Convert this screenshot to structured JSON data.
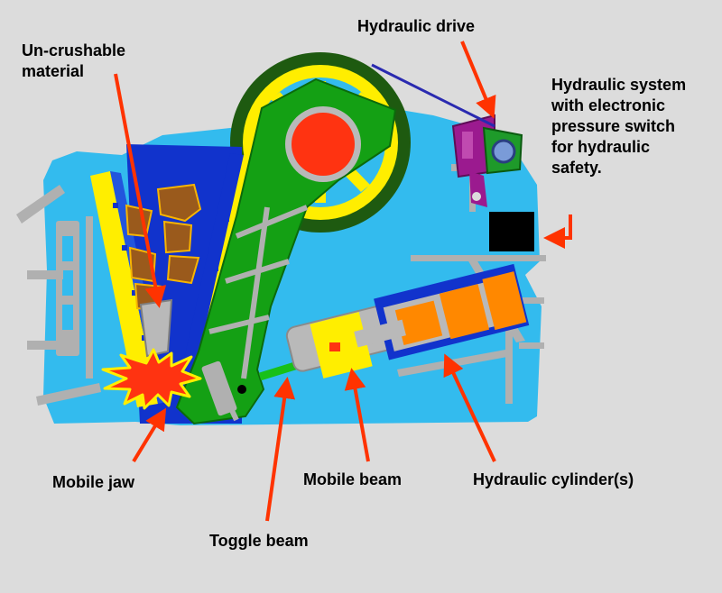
{
  "labels": {
    "uncrushable": "Un-crushable\nmaterial",
    "hydraulic_drive": "Hydraulic drive",
    "hydraulic_system": "Hydraulic system\nwith electronic\npressure switch\nfor hydraulic\nsafety.",
    "mobile_jaw": "Mobile jaw",
    "mobile_beam": "Mobile beam",
    "hydraulic_cylinders": "Hydraulic cylinder(s)",
    "toggle_beam": "Toggle beam"
  },
  "colors": {
    "background": "#dcdcdc",
    "frame": "#33bbee",
    "hopper": "#1133cc",
    "jaw_liner": "#ffee00",
    "jaw_arm": "#14a014",
    "eccentric": "#ff3311",
    "flywheel_rim": "#1e5a10",
    "cylinder": "#ff8800",
    "material": "#9a5a1c",
    "pump": "#9b1a8f",
    "pointer": "#ff3300",
    "guard": "#b0b0b0"
  }
}
